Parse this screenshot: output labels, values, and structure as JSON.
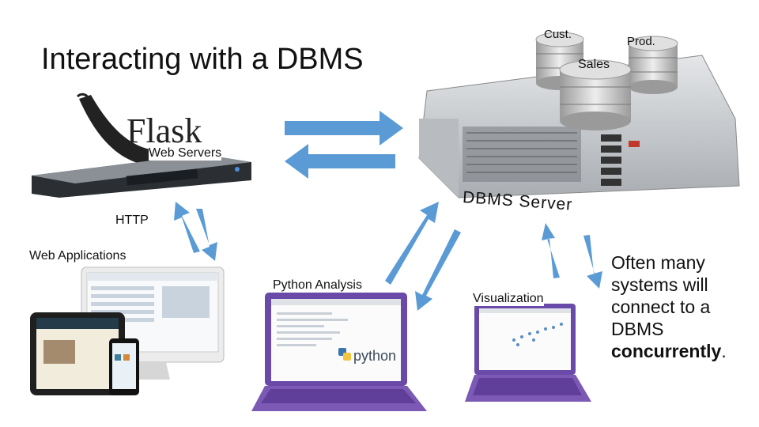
{
  "title": "Interacting with a DBMS",
  "databases": {
    "cust": "Cust.",
    "prod": "Prod.",
    "sales": "Sales"
  },
  "labels": {
    "flask": "Flask",
    "web_servers": "Web Servers",
    "dbms_server": "DBMS Server",
    "http": "HTTP",
    "web_applications": "Web Applications",
    "python_analysis": "Python Analysis",
    "visualization": "Visualization",
    "python_logo": "python"
  },
  "note": {
    "text": "Often many systems will connect to a DBMS ",
    "emphasis": "concurrently",
    "end": "."
  },
  "colors": {
    "arrow": "#5b9bd5",
    "laptop": "#7b59b5",
    "server": "#c9ccd0",
    "db": "#cfcfcf"
  },
  "icons": [
    "flask-horn-icon",
    "rack-server-icon",
    "database-icon",
    "laptop-icon",
    "desktop-icon",
    "tablet-icon",
    "phone-icon",
    "python-logo-icon"
  ]
}
